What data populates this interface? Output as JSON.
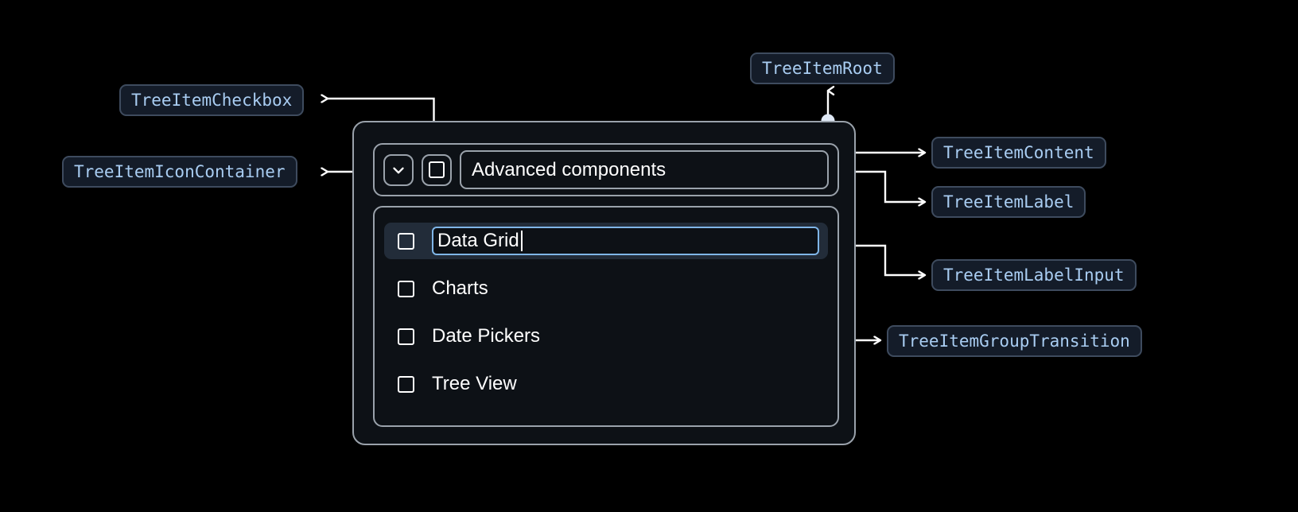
{
  "theme": {
    "page_background": "#000000",
    "badge_background": "#141c29",
    "badge_border": "#3e4b5e",
    "badge_text": "#a9cdf2",
    "panel_background": "#0d1116",
    "panel_border": "#9aa2ab",
    "selected_row_background": "#222c39",
    "input_focus_border": "#7fb6e8",
    "connector_color": "#ffffff",
    "text_color": "#ffffff"
  },
  "annotations": [
    {
      "id": "tree-item-checkbox",
      "label": "TreeItemCheckbox"
    },
    {
      "id": "tree-item-icon-container",
      "label": "TreeItemIconContainer"
    },
    {
      "id": "tree-item-root",
      "label": "TreeItemRoot"
    },
    {
      "id": "tree-item-content",
      "label": "TreeItemContent"
    },
    {
      "id": "tree-item-label",
      "label": "TreeItemLabel"
    },
    {
      "id": "tree-item-label-input",
      "label": "TreeItemLabelInput"
    },
    {
      "id": "tree-item-group-transition",
      "label": "TreeItemGroupTransition"
    }
  ],
  "tree": {
    "root": {
      "icon": "chevron-down-icon",
      "checkbox_checked": false,
      "label": "Advanced components",
      "expanded": true
    },
    "children": [
      {
        "label_value": "Data Grid",
        "checkbox_checked": false,
        "editing": true,
        "selected": true
      },
      {
        "label_value": "Charts",
        "checkbox_checked": false,
        "editing": false,
        "selected": false
      },
      {
        "label_value": "Date Pickers",
        "checkbox_checked": false,
        "editing": false,
        "selected": false
      },
      {
        "label_value": "Tree View",
        "checkbox_checked": false,
        "editing": false,
        "selected": false
      }
    ]
  }
}
